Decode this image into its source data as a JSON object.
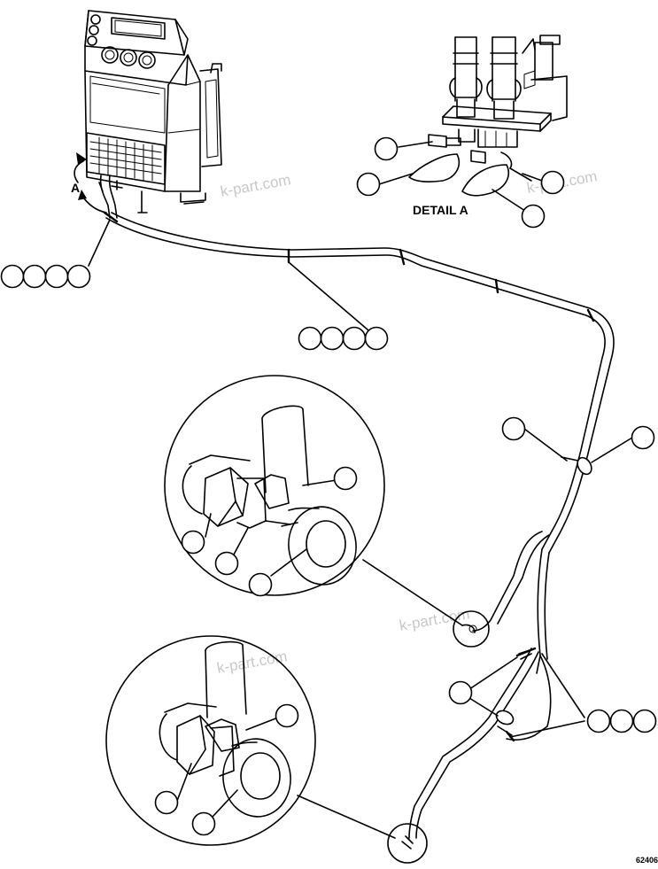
{
  "diagram": {
    "detail_label": "DETAIL A",
    "view_arrow_label": "A",
    "drawing_number": "62406",
    "watermark": "k-part.com"
  }
}
